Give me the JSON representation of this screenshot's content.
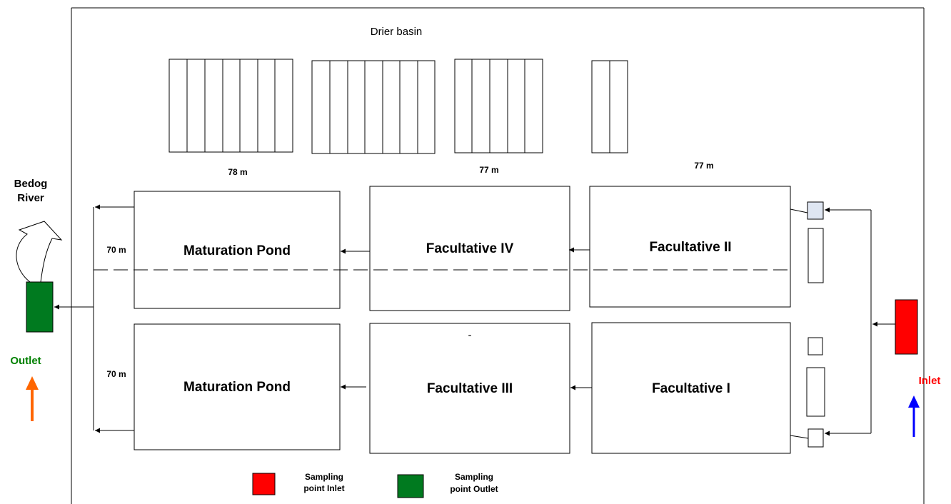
{
  "labels": {
    "drier_basin": "Drier basin",
    "width_78": "78 m",
    "width_77_mid": "77 m",
    "width_77_right": "77 m",
    "height_70_top": "70 m",
    "height_70_bottom": "70 m",
    "river_line1": "Bedog",
    "river_line2": "River",
    "outlet": "Outlet",
    "inlet": "Inlet",
    "dash_mark": "-"
  },
  "ponds": {
    "maturation_top": "Maturation Pond",
    "facultative_iv": "Facultative IV",
    "facultative_ii": "Facultative II",
    "maturation_bottom": "Maturation Pond",
    "facultative_iii": "Facultative III",
    "facultative_i": "Facultative I"
  },
  "legend": {
    "inlet_line1": "Sampling",
    "inlet_line2": "point Inlet",
    "outlet_line1": "Sampling",
    "outlet_line2": "point Outlet"
  },
  "colors": {
    "inlet_sample": "#ff0000",
    "outlet_sample": "#007a1f",
    "outlet_arrow": "#ff6600",
    "inlet_arrow": "#0000ff",
    "outlet_text": "#008000",
    "inlet_text": "#ff0000"
  }
}
